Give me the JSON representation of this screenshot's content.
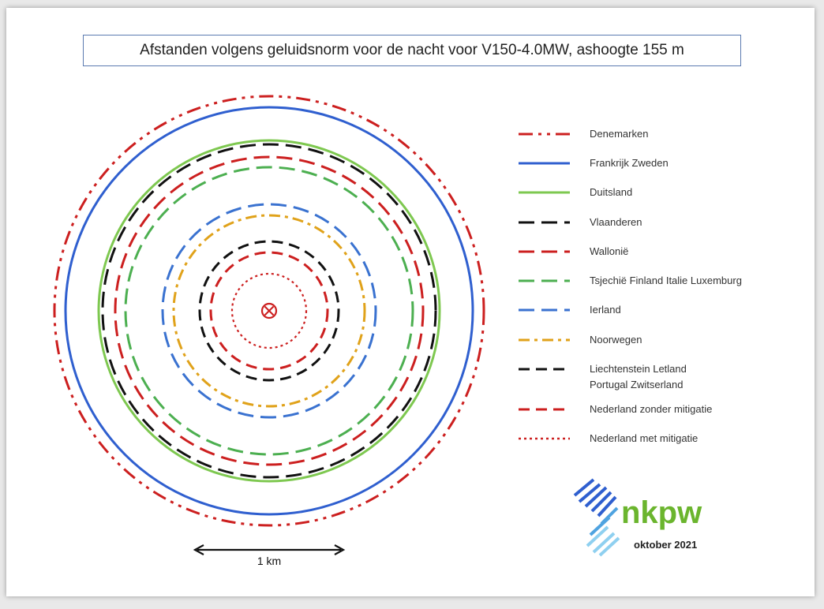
{
  "title": "Afstanden volgens geluidsnorm voor de nacht voor V150-4.0MW, ashoogte 155 m",
  "rings": [
    {
      "label_lines": [
        "Denemarken"
      ],
      "color": "#cc1f1f",
      "style": "dash-dot-dot"
    },
    {
      "label_lines": [
        "Frankrijk Zweden"
      ],
      "color": "#2f5fcf",
      "style": "solid"
    },
    {
      "label_lines": [
        "Duitsland"
      ],
      "color": "#7ec850",
      "style": "solid"
    },
    {
      "label_lines": [
        "Vlaanderen"
      ],
      "color": "#111111",
      "style": "long-dash"
    },
    {
      "label_lines": [
        "Wallonië"
      ],
      "color": "#cc1f1f",
      "style": "long-dash"
    },
    {
      "label_lines": [
        "Tsjechië Finland Italie Luxemburg"
      ],
      "color": "#4caf50",
      "style": "long-dash"
    },
    {
      "label_lines": [
        "Ierland"
      ],
      "color": "#3a72d0",
      "style": "long-dash"
    },
    {
      "label_lines": [
        "Noorwegen"
      ],
      "color": "#e0a21a",
      "style": "dash-dot"
    },
    {
      "label_lines": [
        "Liechtenstein Letland",
        "Portugal Zwitserland"
      ],
      "color": "#111111",
      "style": "dash"
    },
    {
      "label_lines": [
        "Nederland zonder mitigatie"
      ],
      "color": "#cc1f1f",
      "style": "dash"
    },
    {
      "label_lines": [
        "Nederland met mitigatie"
      ],
      "color": "#cc1f1f",
      "style": "dot"
    }
  ],
  "scale_bar": {
    "label": "1 km"
  },
  "turbine_marker": {
    "icon": "circled-x-icon",
    "color": "#cc1f1f"
  },
  "logo": {
    "text": "nkpw",
    "date": "oktober 2021",
    "text_color": "#6bb52e",
    "bar_colors": [
      "#2f5fcf",
      "#4fa3e0",
      "#8fd0f0"
    ]
  }
}
